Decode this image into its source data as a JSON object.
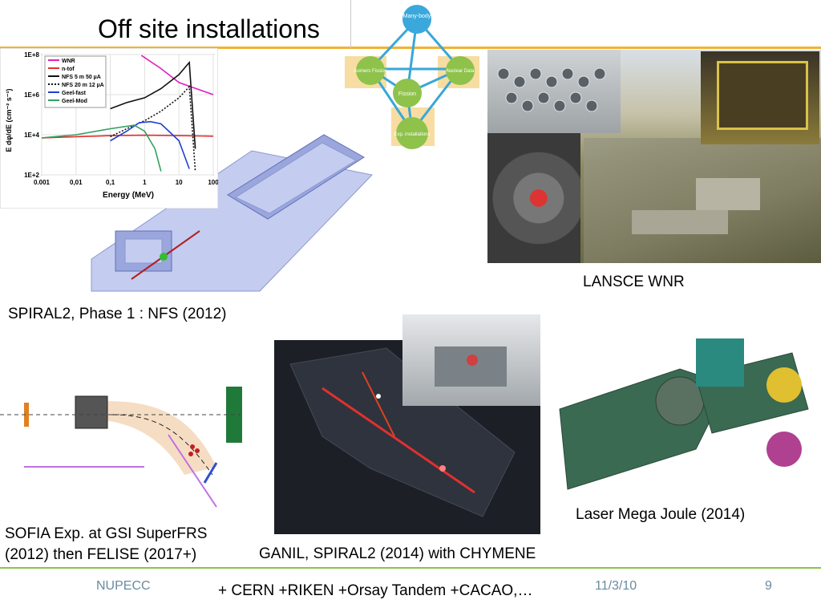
{
  "slide": {
    "title": "Off site installations",
    "footer_left": "NUPECC",
    "footer_date": "11/3/10",
    "footer_page": "9",
    "footer_note": "+ CERN +RIKEN +Orsay Tandem +CACAO,…"
  },
  "diagram": {
    "nodes": [
      "Many-body",
      "Isomers Fission",
      "Nuclear Data",
      "Fission",
      "Exp. installations"
    ]
  },
  "captions": {
    "lansce": "LANSCE WNR",
    "spiral2": "SPIRAL2, Phase 1 : NFS (2012)",
    "sofia_line1": "SOFIA Exp. at GSI SuperFRS",
    "sofia_line2": "(2012) then FELISE (2017+)",
    "ganil": "GANIL, SPIRAL2 (2014) with CHYMENE",
    "lmj": "Laser Mega Joule (2014)"
  },
  "chart_data": {
    "type": "line",
    "xlabel": "Energy (MeV)",
    "ylabel": "E dφ/dE (cm⁻² s⁻¹)",
    "x_scale": "log",
    "y_scale": "log",
    "xlim": [
      0.001,
      100
    ],
    "ylim": [
      100,
      100000000
    ],
    "x_ticks": [
      "0.001",
      "0,01",
      "0,1",
      "1",
      "10",
      "100"
    ],
    "y_ticks": [
      "1E+2",
      "1E+4",
      "1E+6",
      "1E+8"
    ],
    "legend_position": "top-left",
    "series": [
      {
        "name": "WNR",
        "color": "#e020c0",
        "dash": "solid",
        "x": [
          0.8,
          3,
          10,
          100
        ],
        "y": [
          90000000,
          20000000,
          4000000,
          1000000
        ]
      },
      {
        "name": "n-tof",
        "color": "#e03030",
        "dash": "solid",
        "x": [
          0.001,
          0.01,
          0.1,
          1,
          10,
          100
        ],
        "y": [
          7000,
          8000,
          9000,
          9500,
          9000,
          8500
        ]
      },
      {
        "name": "NFS 5 m 50 µA",
        "color": "#111111",
        "dash": "solid",
        "x": [
          0.1,
          0.3,
          1,
          3,
          10,
          20,
          30
        ],
        "y": [
          200000,
          400000,
          700000,
          2000000,
          10000000,
          40000000,
          2000
        ]
      },
      {
        "name": "NFS 20 m 12 µA",
        "color": "#111111",
        "dash": "dotted",
        "x": [
          0.1,
          0.3,
          1,
          3,
          10,
          20,
          30
        ],
        "y": [
          8000,
          20000,
          50000,
          150000,
          700000,
          2500000,
          150
        ]
      },
      {
        "name": "Geel-fast",
        "color": "#2040d0",
        "dash": "solid",
        "x": [
          0.1,
          0.3,
          0.7,
          1.5,
          3,
          10,
          20
        ],
        "y": [
          5000,
          15000,
          40000,
          45000,
          35000,
          5000,
          200
        ]
      },
      {
        "name": "Geel-Mod",
        "color": "#30a060",
        "dash": "solid",
        "x": [
          0.001,
          0.01,
          0.1,
          0.5,
          1,
          2,
          3
        ],
        "y": [
          7000,
          10000,
          20000,
          30000,
          15000,
          2000,
          150
        ]
      }
    ]
  }
}
